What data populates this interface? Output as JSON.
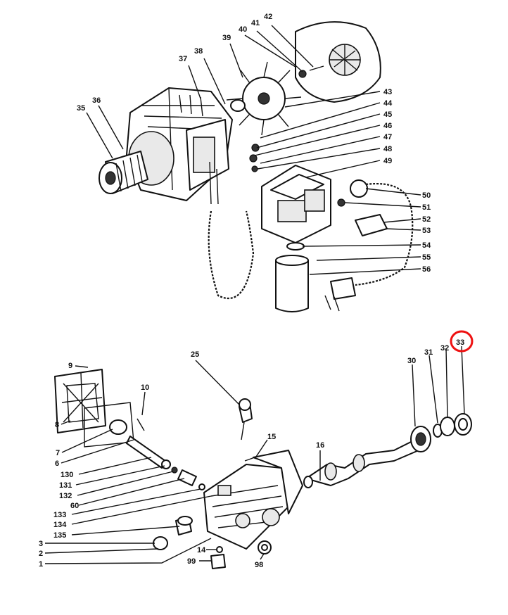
{
  "diagram": {
    "labels": [
      "35",
      "36",
      "37",
      "38",
      "39",
      "40",
      "41",
      "42",
      "43",
      "44",
      "45",
      "46",
      "47",
      "48",
      "49",
      "50",
      "51",
      "52",
      "53",
      "54",
      "55",
      "56",
      "25",
      "10",
      "9",
      "8",
      "7",
      "6",
      "130",
      "131",
      "132",
      "60",
      "133",
      "134",
      "135",
      "3",
      "2",
      "1",
      "15",
      "16",
      "14",
      "99",
      "98",
      "30",
      "31",
      "32",
      "33"
    ],
    "highlighted_label": "33",
    "highlight_color": "#e11111"
  }
}
